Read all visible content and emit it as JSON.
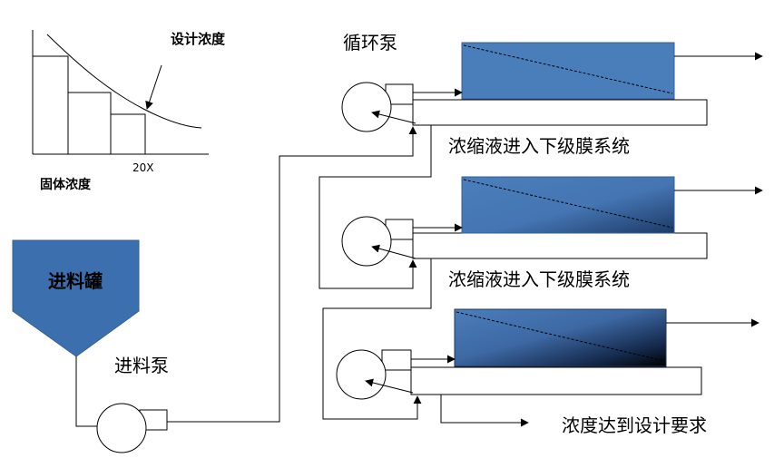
{
  "inset_chart": {
    "annotation": "设计浓度",
    "x_tick": "20X",
    "x_label": "固体浓度"
  },
  "labels": {
    "circulation_pump": "循环泵",
    "feed_tank": "进料罐",
    "feed_pump": "进料泵",
    "to_next_stage_1": "浓缩液进入下级膜系统",
    "to_next_stage_2": "浓缩液进入下级膜系统",
    "final_output": "浓度达到设计要求"
  },
  "colors": {
    "membrane_blue": "#4a7ebb",
    "tank_blue": "#3c6fae",
    "dark": "#000000"
  }
}
